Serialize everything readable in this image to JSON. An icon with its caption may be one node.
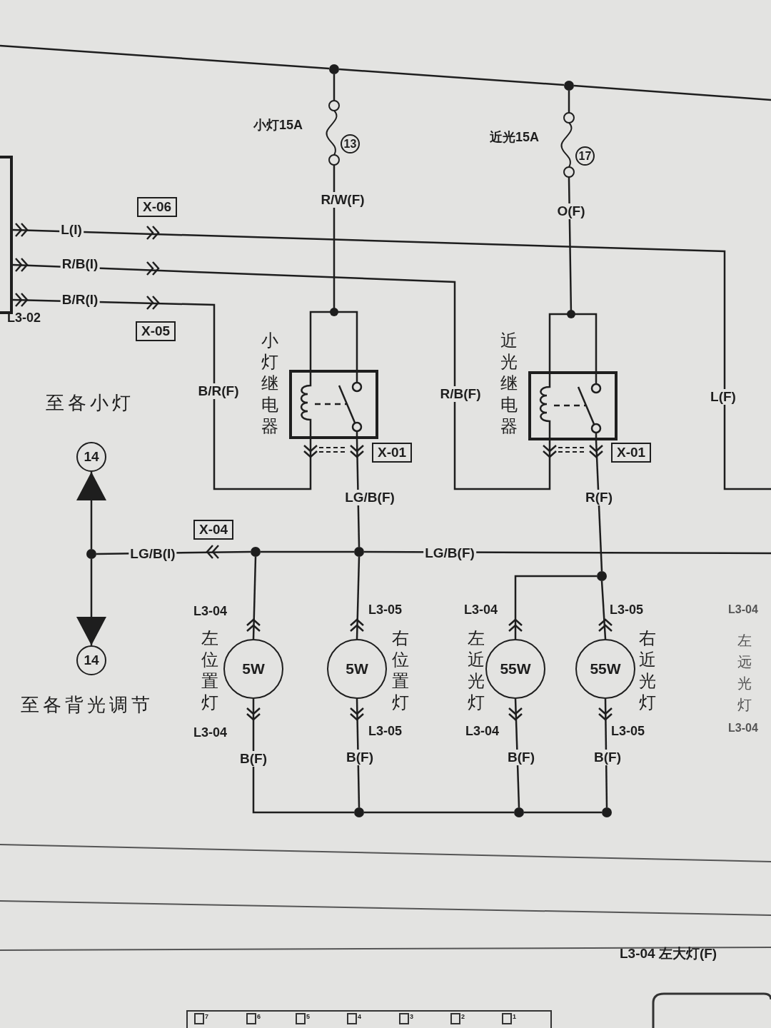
{
  "diagram": {
    "nodes": [
      {
        "text": [
          "L3-02"
        ]
      },
      {
        "text": [
          "小灯15A",
          "13"
        ]
      },
      {
        "text": [
          "近光15A",
          "17"
        ]
      },
      {
        "text": [
          "小灯继电器"
        ]
      },
      {
        "text": [
          "近光继电器"
        ]
      },
      {
        "text": [
          "5W"
        ],
        "beside": [
          "L3-04",
          "左位置灯",
          "L3-04"
        ]
      },
      {
        "text": [
          "5W"
        ],
        "beside": [
          "L3-05",
          "右位置灯",
          "L3-05"
        ]
      },
      {
        "text": [
          "55W"
        ],
        "beside": [
          "L3-04",
          "左近光灯",
          "L3-04"
        ]
      },
      {
        "text": [
          "55W"
        ],
        "beside": [
          "L3-05",
          "右近光灯",
          "L3-05"
        ]
      },
      {
        "text": [
          "14"
        ],
        "beside": [
          "至各小灯"
        ]
      },
      {
        "text": [
          "14"
        ],
        "beside": [
          "至各背光调节"
        ]
      },
      {
        "text": [],
        "shape": "circle"
      },
      {
        "text": [],
        "shape": "circle"
      },
      {
        "text": [],
        "shape": "circle"
      },
      {
        "text": [],
        "shape": "circle"
      },
      {
        "text": [],
        "shape": "circle"
      },
      {
        "text": [],
        "shape": "circle"
      },
      {
        "text": [],
        "shape": "circle"
      },
      {
        "text": [],
        "shape": "circle"
      },
      {
        "text": [],
        "shape": "circle"
      }
    ],
    "edges": [
      {
        "from": null,
        "to": 11,
        "arrow": "none"
      },
      {
        "from": 11,
        "to": 12,
        "arrow": "none"
      },
      {
        "from": 12,
        "to": null,
        "arrow": "none"
      },
      {
        "from": 11,
        "to": 1,
        "arrow": "none"
      },
      {
        "from": 12,
        "to": 2,
        "arrow": "none"
      },
      {
        "from": 1,
        "to": 3,
        "arrow": "none",
        "label": "R/W(F)"
      },
      {
        "from": 2,
        "to": 4,
        "arrow": "none",
        "label": "O(F)"
      },
      {
        "from": 0,
        "to": null,
        "arrow": "other",
        "label": "L(I)"
      },
      {
        "from": 0,
        "to": 4,
        "arrow": "to",
        "label": "R/B(I)"
      },
      {
        "from": 0,
        "to": 3,
        "arrow": "to",
        "label": "B/R(I)"
      },
      {
        "from": 3,
        "to": 13,
        "arrow": "none",
        "label": "LG/B(F)"
      },
      {
        "from": 4,
        "to": 16,
        "arrow": "none",
        "label": "R(F)"
      },
      {
        "from": 13,
        "to": 14,
        "arrow": "none"
      },
      {
        "from": 14,
        "to": 15,
        "arrow": "to",
        "label": "LG/B(I)"
      },
      {
        "from": 15,
        "to": 9,
        "arrow": "to"
      },
      {
        "from": 15,
        "to": 10,
        "arrow": "to"
      },
      {
        "from": 13,
        "to": null,
        "arrow": "none",
        "label": "LG/B(F)"
      },
      {
        "from": 14,
        "to": 5,
        "arrow": "none"
      },
      {
        "from": 13,
        "to": 6,
        "arrow": "none"
      },
      {
        "from": 16,
        "to": 8,
        "arrow": "none"
      },
      {
        "from": 16,
        "to": 7,
        "arrow": "none"
      },
      {
        "from": 5,
        "to": 17,
        "arrow": "to",
        "label": "B(F)"
      },
      {
        "from": 6,
        "to": 17,
        "arrow": "to",
        "label": "B(F)"
      },
      {
        "from": 7,
        "to": 18,
        "arrow": "to",
        "label": "B(F)"
      },
      {
        "from": 8,
        "to": 19,
        "arrow": "to",
        "label": "B(F)"
      },
      {
        "from": 17,
        "to": 18,
        "arrow": "none"
      },
      {
        "from": 18,
        "to": 19,
        "arrow": "none"
      }
    ],
    "labels": [
      "X-06",
      "X-05",
      "B/R(F)",
      "R/B(F)",
      "L(F)",
      "X-01",
      "X-01",
      "X-04",
      "L3-04",
      "左远光灯",
      "L3-04",
      "L3-04 左大灯(F)",
      "7",
      "6",
      "5",
      "4",
      "3",
      "2",
      "1"
    ]
  }
}
